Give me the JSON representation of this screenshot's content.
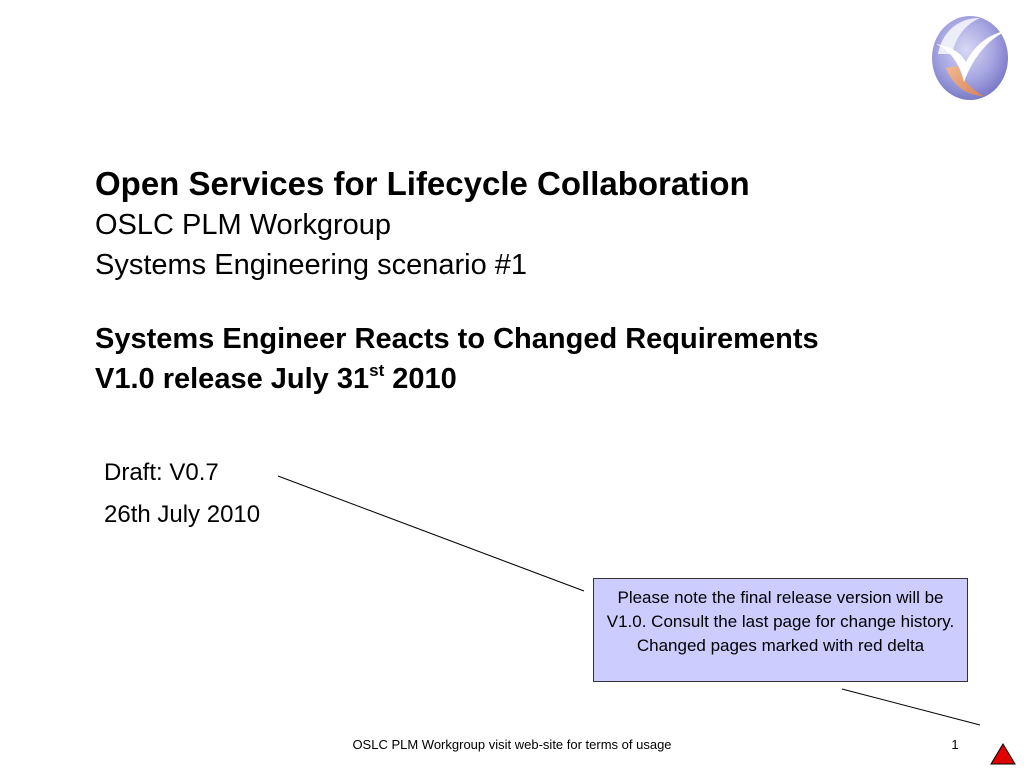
{
  "slide": {
    "title": "Open Services for Lifecycle Collaboration",
    "subtitle_line1": "OSLC PLM Workgroup",
    "subtitle_line2": "Systems Engineering scenario #1",
    "scenario_title": "Systems Engineer Reacts to Changed Requirements",
    "release_prefix": "V1.0 release July 31",
    "release_suffix_sup": "st",
    "release_year": " 2010",
    "draft_version": "Draft: V0.7",
    "draft_date": "26th July 2010",
    "note": "Please note the final release version will be V1.0. Consult the last page for change history. Changed pages marked with red delta",
    "footer": "OSLC PLM Workgroup visit web-site for terms of usage",
    "page_number": "1"
  },
  "icons": {
    "logo": "oslc-logo-icon",
    "change_marker": "red-delta-icon"
  },
  "colors": {
    "note_background": "#ccccff",
    "delta_red": "#e00000",
    "logo_purple": "#8c8cd8",
    "logo_orange": "#e89a68"
  }
}
